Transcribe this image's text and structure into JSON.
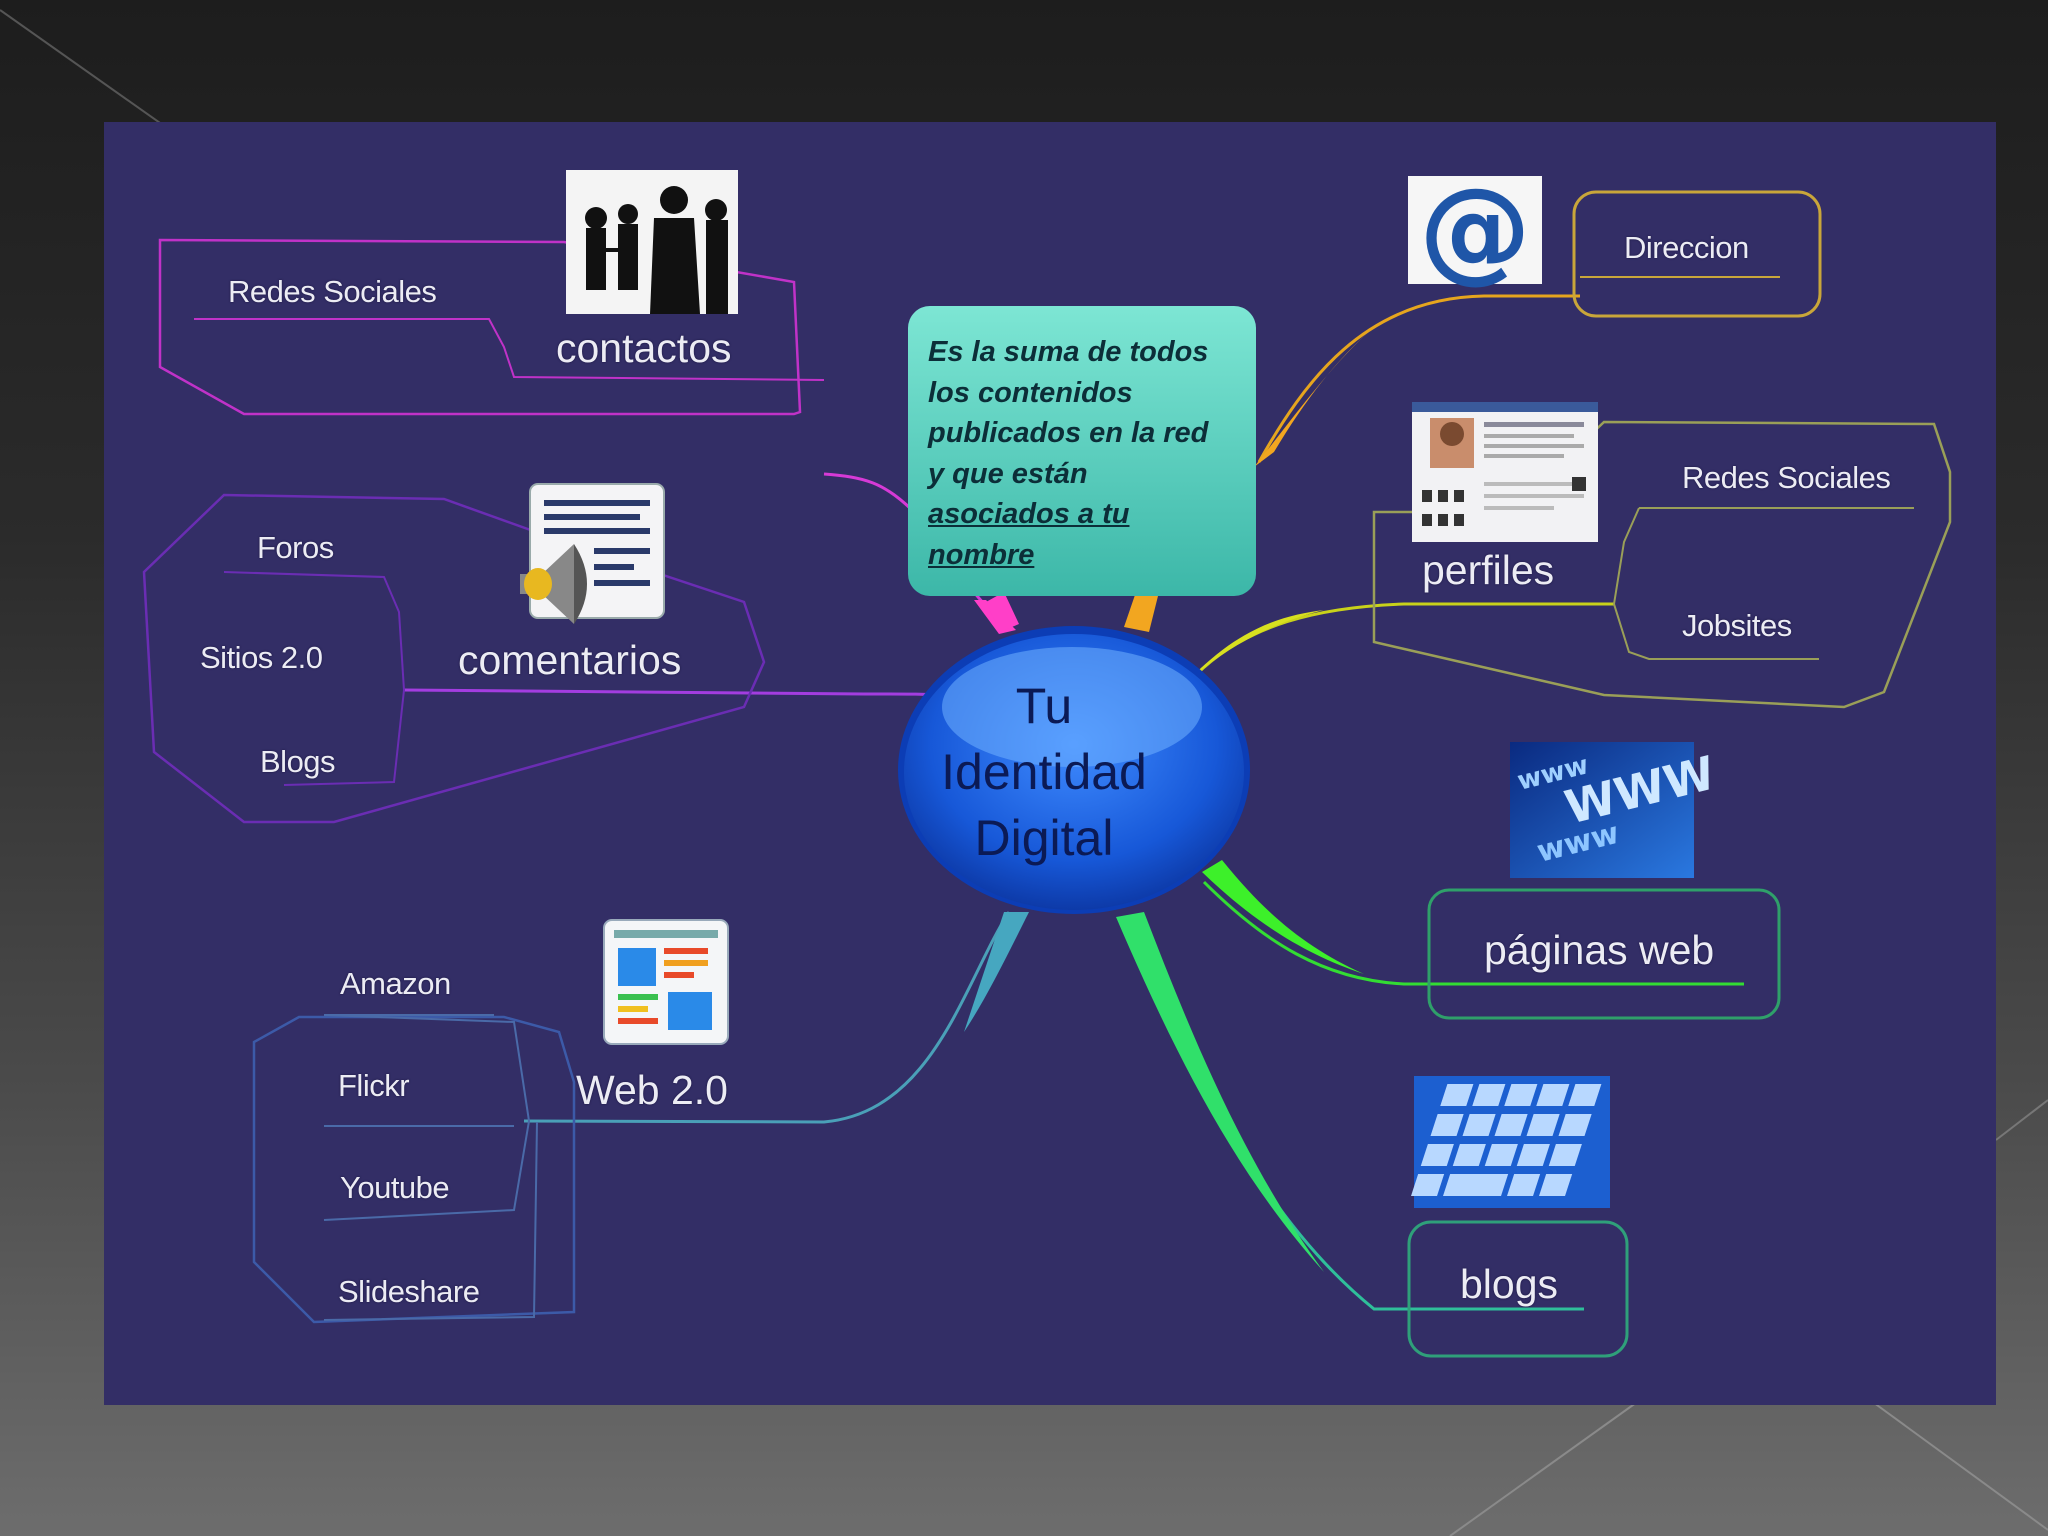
{
  "center": {
    "lines": [
      "Tu",
      "Identidad",
      "Digital"
    ]
  },
  "definition": {
    "lines": [
      "Es la suma de todos",
      "los contenidos",
      "publicados en la red",
      "y que están",
      "asociados a tu",
      "nombre"
    ]
  },
  "branches": {
    "contactos": {
      "label": "contactos",
      "items": [
        "Redes Sociales"
      ]
    },
    "comentarios": {
      "label": "comentarios",
      "items": [
        "Foros",
        "Sitios 2.0",
        "Blogs"
      ]
    },
    "web20": {
      "label": "Web 2.0",
      "items": [
        "Amazon",
        "Flickr",
        "Youtube",
        "Slideshare"
      ]
    },
    "email": {
      "label": "Direccion"
    },
    "perfiles": {
      "label": "perfiles",
      "items": [
        "Redes Sociales",
        "Jobsites"
      ]
    },
    "paginas": {
      "label": "páginas web"
    },
    "blogs": {
      "label": "blogs"
    }
  },
  "icons": [
    "people-silhouettes-icon",
    "at-sign-icon",
    "profile-page-icon",
    "comment-speaker-icon",
    "www-icon",
    "web-layout-icon",
    "keyboard-icon"
  ],
  "colors": {
    "background": "#332e66",
    "center_bubble": "#1c63e0",
    "definition_box": "#5fd1bf",
    "contactos": "#d63ad6",
    "comentarios": "#9933dd",
    "web20": "#4aa0b8",
    "email": "#e6a51e",
    "perfiles": "#c9d21a",
    "paginas": "#33dd33",
    "blogs": "#2fbf9a"
  }
}
